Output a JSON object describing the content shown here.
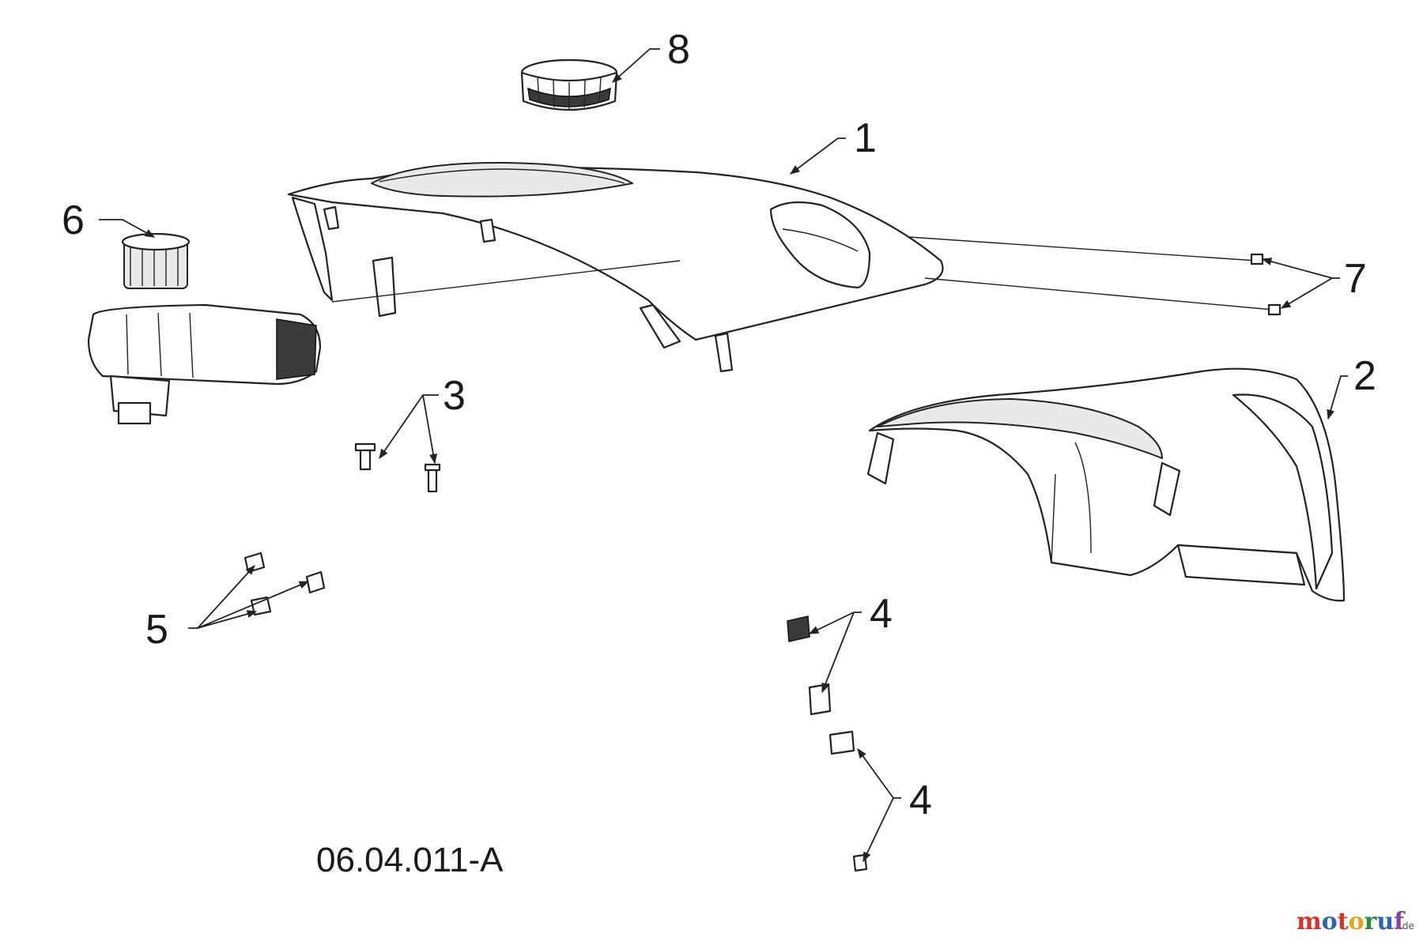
{
  "diagram": {
    "drawing_id": "06.04.011-A",
    "callouts": [
      "1",
      "2",
      "3",
      "4",
      "4",
      "5",
      "6",
      "7",
      "8"
    ]
  },
  "watermark": {
    "letters": [
      "m",
      "o",
      "t",
      "o",
      "r",
      "u",
      "f"
    ],
    "letter_colors": [
      "#d2342a",
      "#2c63b5",
      "#d2342a",
      "#e8a21a",
      "#2e8b3e",
      "#2c63b5",
      "#8a3fa0"
    ],
    "suffix": ".de"
  }
}
